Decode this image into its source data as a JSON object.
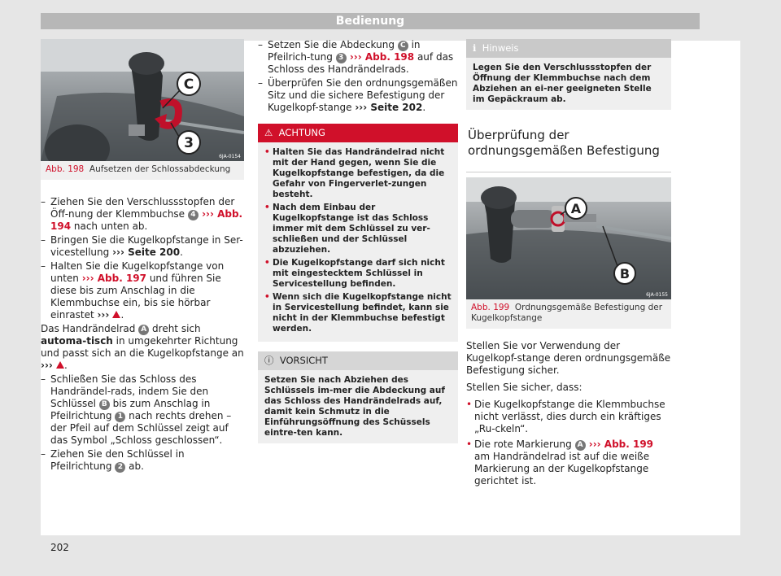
{
  "header": {
    "title": "Bedienung"
  },
  "page_number": "202",
  "col1": {
    "figure": {
      "label_c": "C",
      "label_3": "3",
      "code": "6JA-0154",
      "caption_ref": "Abb. 198",
      "caption_text": "Aufsetzen der Schlossabdeckung"
    },
    "items": [
      {
        "pre": "Ziehen Sie den Verschlussstopfen der Öff-nung der Klemmbuchse ",
        "circle": "4",
        "arrow": " ››› ",
        "ref": "Abb. 194",
        "post": " nach unten ab."
      },
      {
        "pre": "Bringen Sie die Kugelkopfstange in Ser-vicestellung ",
        "arrow": "››› ",
        "ref_bold": "Seite 200",
        "post": "."
      },
      {
        "pre": "Halten Sie die Kugelkopfstange von unten ",
        "arrow": "››› ",
        "ref": "Abb. 197",
        "post": " und führen Sie diese bis zum Anschlag in die Klemmbuchse ein, bis sie hörbar einrastet ",
        "arrow2": "››› ",
        "post2": "."
      }
    ],
    "para": {
      "pre": "Das Handrändelrad ",
      "circle": "A",
      "mid": " dreht sich ",
      "bold": "automa-tisch",
      "post": " in umgekehrter Richtung und passt sich an die Kugelkopfstange an ",
      "arrow": "››› ",
      "end": "."
    },
    "items2": [
      {
        "pre": "Schließen Sie das Schloss des Handrändel-rads, indem Sie den Schlüssel ",
        "circle": "B",
        "mid": " bis zum Anschlag in Pfeilrichtung ",
        "circle2": "1",
        "post": " nach rechts drehen – der Pfeil auf dem Schlüssel zeigt auf das Symbol „Schloss geschlossen“."
      },
      {
        "pre": "Ziehen Sie den Schlüssel in Pfeilrichtung ",
        "circle": "2",
        "post": " ab."
      }
    ]
  },
  "col2": {
    "items": [
      {
        "pre": "Setzen Sie die Abdeckung ",
        "circle": "C",
        "mid": " in Pfeilrich-tung ",
        "circle2": "3",
        "arrow": " ››› ",
        "ref": "Abb. 198",
        "post": " auf das Schloss des Handrändelrads."
      },
      {
        "pre": "Überprüfen Sie den ordnungsgemäßen Sitz und die sichere Befestigung der Kugelkopf-stange ",
        "arrow": "››› ",
        "ref_bold": "Seite 202",
        "post": "."
      }
    ],
    "warning": {
      "title": "ACHTUNG",
      "bullets": [
        "Halten Sie das Handrändelrad nicht mit der Hand gegen, wenn Sie die Kugelkopfstange befestigen, da die Gefahr von Fingerverlet-zungen besteht.",
        "Nach dem Einbau der Kugelkopfstange ist das Schloss immer mit dem Schlüssel zu ver-schließen und der Schlüssel abzuziehen.",
        "Die Kugelkopfstange darf sich nicht mit eingestecktem Schlüssel in Servicestellung befinden.",
        "Wenn sich die Kugelkopfstange nicht in Servicestellung befindet, kann sie nicht in der Klemmbuchse befestigt werden."
      ]
    },
    "caution": {
      "title": "VORSICHT",
      "text": "Setzen Sie nach Abziehen des Schlüssels im-mer die Abdeckung auf das Schloss des Handrändelrads auf, damit kein Schmutz in die Einführungsöffnung des Schüssels eintre-ten kann."
    }
  },
  "col3": {
    "note": {
      "title": "Hinweis",
      "text": "Legen Sie den Verschlussstopfen der Öffnung der Klemmbuchse nach dem Abziehen an ei-ner geeigneten Stelle im Gepäckraum ab."
    },
    "section_title": "Überprüfung der ordnungsgemäßen Befestigung",
    "figure": {
      "label_a": "A",
      "label_b": "B",
      "code": "6JA-0155",
      "caption_ref": "Abb. 199",
      "caption_text": "Ordnungsgemäße Befestigung der Kugelkopfstange"
    },
    "para1": "Stellen Sie vor Verwendung der Kugelkopf-stange deren ordnungsgemäße Befestigung sicher.",
    "para2": "Stellen Sie sicher, dass:",
    "bullets": [
      {
        "text": "Die Kugelkopfstange die Klemmbuchse nicht verlässt, dies durch ein kräftiges „Ru-ckeln“."
      },
      {
        "pre": "Die rote Markierung ",
        "circle": "A",
        "arrow": " ››› ",
        "ref": "Abb. 199",
        "post": " am Handrändelrad ist auf die weiße Markierung an der Kugelkopfstange gerichtet ist."
      }
    ]
  },
  "colors": {
    "accent": "#d0102a",
    "header_bg": "#b7b7b7",
    "box_bg": "#efefef"
  },
  "icons": {
    "warning": "warning-triangle-icon",
    "caution": "info-circle-icon",
    "note": "note-icon"
  }
}
